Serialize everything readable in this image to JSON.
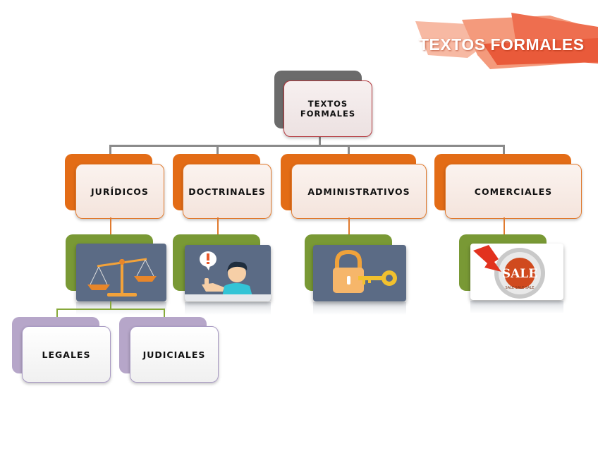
{
  "banner": {
    "title": "TEXTOS FORMALES"
  },
  "root": {
    "line1": "TEXTOS",
    "line2": "FORMALES"
  },
  "categories": [
    {
      "label": "JURÍDICOS",
      "icon": "scales-icon"
    },
    {
      "label": "DOCTRINALES",
      "icon": "person-idea-icon"
    },
    {
      "label": "ADMINISTRATIVOS",
      "icon": "padlock-key-icon"
    },
    {
      "label": "COMERCIALES",
      "icon": "sale-sticker-icon"
    }
  ],
  "sub_categories": [
    {
      "label": "LEGALES"
    },
    {
      "label": "JUDICIALES"
    }
  ],
  "sale_sticker": {
    "big": "SALE",
    "small": "SALE SALE SALE"
  },
  "colors": {
    "orange": "#e07a2e",
    "green": "#87a93a",
    "purple": "#a99bc4",
    "gray": "#6b6b6b",
    "red": "#b2343a"
  }
}
